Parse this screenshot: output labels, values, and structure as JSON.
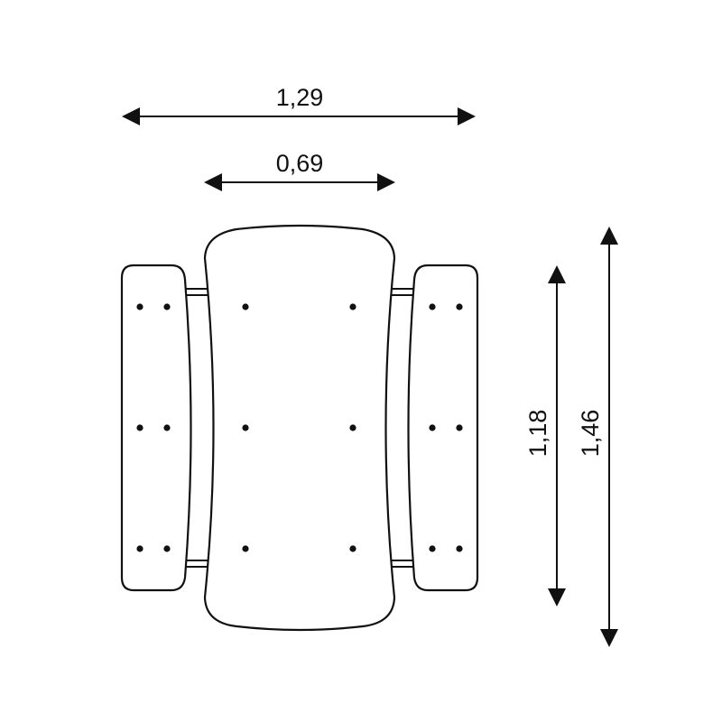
{
  "dimensions": {
    "overall_width": "1,29",
    "table_width": "0,69",
    "bench_length": "1,18",
    "table_length": "1,46"
  },
  "colors": {
    "stroke": "#111111",
    "background": "#ffffff"
  }
}
